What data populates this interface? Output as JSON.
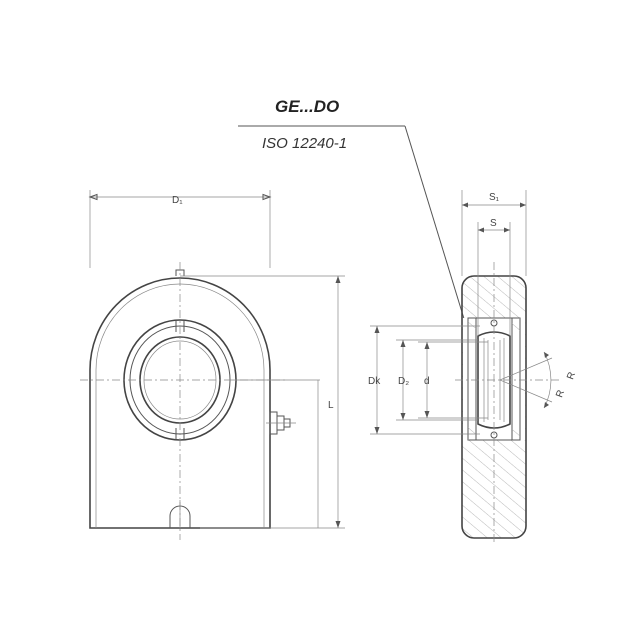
{
  "title": "GE...DO",
  "standard": "ISO 12240-1",
  "dimensions": {
    "d1": "D₁",
    "s1": "S₁",
    "s": "S",
    "dk": "Dk",
    "d2": "D₂",
    "d": "d",
    "l": "L",
    "r1": "R",
    "r2": "R"
  },
  "colors": {
    "line": "#555555",
    "hatch": "#9a9a9a"
  }
}
